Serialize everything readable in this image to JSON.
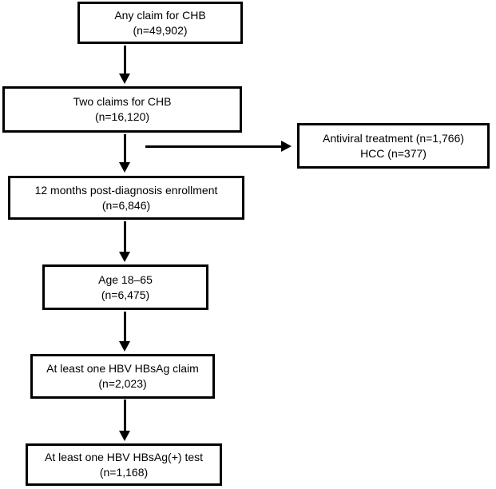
{
  "figure": {
    "type": "flowchart",
    "background_color": "#ffffff",
    "line_color": "#000000",
    "text_color": "#000000"
  },
  "flowchart": {
    "boxes": [
      {
        "id": "any-claim-chb",
        "line1": "Any claim for CHB",
        "line2": "(n=49,902)"
      },
      {
        "id": "two-claims-chb",
        "line1": "Two claims for CHB",
        "line2": "(n=16,120)"
      },
      {
        "id": "antiviral-hcc",
        "line1": "Antiviral treatment (n=1,766)",
        "line2": "HCC (n=377)"
      },
      {
        "id": "post-diagnosis-enrollment",
        "line1": "12 months post-diagnosis enrollment",
        "line2": "(n=6,846)"
      },
      {
        "id": "age-18-65",
        "line1": "Age 18–65",
        "line2": "(n=6,475)"
      },
      {
        "id": "hbsag-claim",
        "line1": "At least one HBV HBsAg claim",
        "line2": "(n=2,023)"
      },
      {
        "id": "hbsag-positive-test",
        "line1": "At least one HBV HBsAg(+) test",
        "line2": "(n=1,168)"
      }
    ],
    "edges": [
      {
        "from": "any-claim-chb",
        "to": "two-claims-chb",
        "direction": "down"
      },
      {
        "from": "two-claims-chb",
        "to": "antiviral-hcc",
        "direction": "right"
      },
      {
        "from": "two-claims-chb",
        "to": "post-diagnosis-enrollment",
        "direction": "down"
      },
      {
        "from": "post-diagnosis-enrollment",
        "to": "age-18-65",
        "direction": "down"
      },
      {
        "from": "age-18-65",
        "to": "hbsag-claim",
        "direction": "down"
      },
      {
        "from": "hbsag-claim",
        "to": "hbsag-positive-test",
        "direction": "down"
      }
    ]
  }
}
